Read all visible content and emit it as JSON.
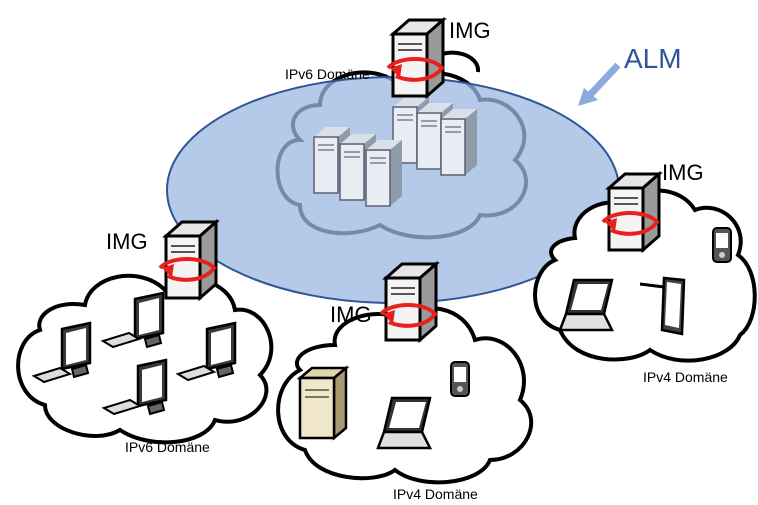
{
  "diagram": {
    "alm_label": "ALM",
    "img_labels": [
      "IMG",
      "IMG",
      "IMG",
      "IMG"
    ],
    "domains": {
      "center": "IPv6 Domäne",
      "left": "IPv6 Domäne",
      "bottom": "IPv4 Domäne",
      "right": "IPv4 Domäne"
    },
    "colors": {
      "alm_fill": "#b4c8e6",
      "alm_stroke": "#2f5597",
      "arrow": "#e8211c",
      "server_face": "#f2f2f2",
      "beige_server": "#f0e6c8"
    }
  }
}
